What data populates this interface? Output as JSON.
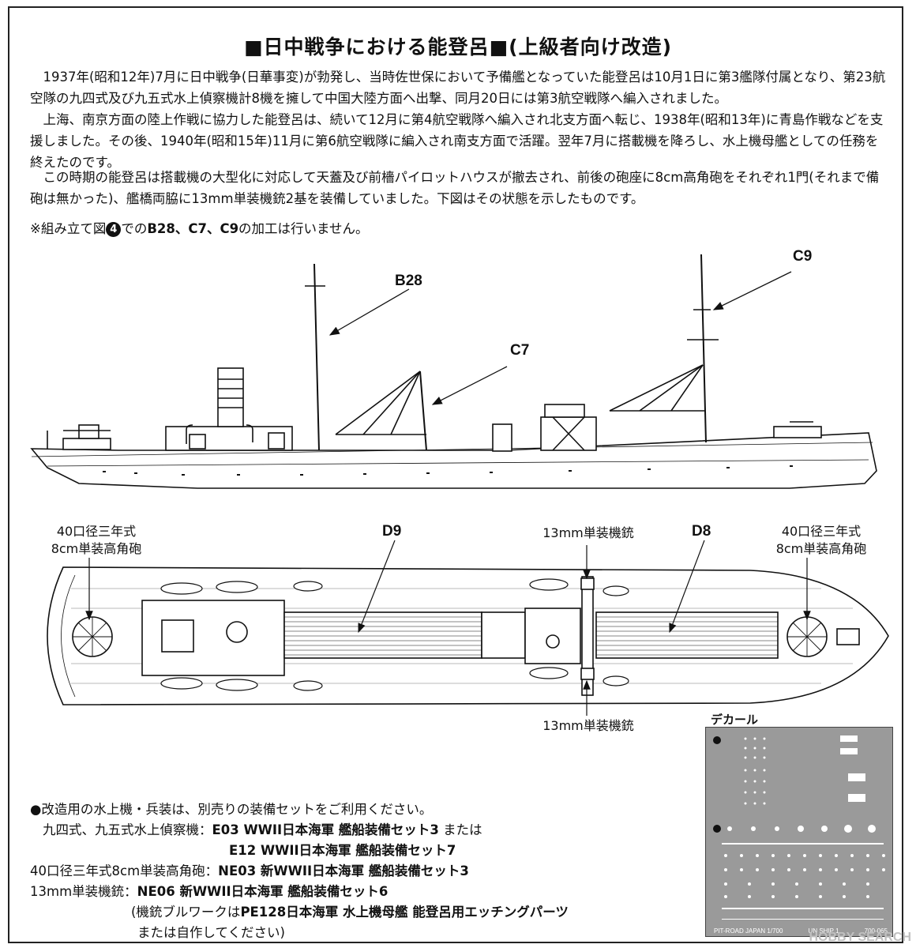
{
  "title": "■日中戦争における能登呂■(上級者向け改造)",
  "paragraphs": [
    "1937年(昭和12年)7月に日中戦争(日華事変)が勃発し、当時佐世保において予備艦となっていた能登呂は10月1日に第3艦隊付属となり、第23航空隊の九四式及び九五式水上偵察機計8機を擁して中国大陸方面へ出撃、同月20日には第3航空戦隊へ編入されました。",
    "上海、南京方面の陸上作戦に協力した能登呂は、続いて12月に第4航空戦隊へ編入され北支方面へ転じ、1938年(昭和13年)に青島作戦などを支援しました。その後、1940年(昭和15年)11月に第6航空戦隊に編入され南支方面で活躍。翌年7月に搭載機を降ろし、水上機母艦としての任務を終えたのです。",
    "この時期の能登呂は搭載機の大型化に対応して天蓋及び前檣パイロットハウスが撤去され、前後の砲座に8cm高角砲をそれぞれ1門(それまで備砲は無かった)、艦橋両脇に13mm単装機銃2基を装備していました。下図はその状態を示したものです。"
  ],
  "note": {
    "prefix": "※組み立て図",
    "circle": "4",
    "middle": "での",
    "parts": "B28、C7、C9",
    "suffix": "の加工は行いません。"
  },
  "callouts": {
    "b28": "B28",
    "c7": "C7",
    "c9": "C9",
    "d9": "D9",
    "d8": "D8"
  },
  "plan_labels": {
    "gun_left_1": "40口径三年式",
    "gun_left_2": "8cm単装高角砲",
    "gun_right_1": "40口径三年式",
    "gun_right_2": "8cm単装高角砲",
    "mg_top": "13mm単装機銃",
    "mg_bottom": "13mm単装機銃"
  },
  "decal": {
    "title": "デカール",
    "footer_left": "PIT-ROAD JAPAN 1/700",
    "footer_mid": "UN SHIP 1",
    "footer_right": "700-065"
  },
  "parts_info": {
    "intro": "●改造用の水上機・兵装は、別売りの装備セットをご利用ください。",
    "seaplane_label": "九四式、九五式水上偵察機：",
    "seaplane_set1": "E03 WWII日本海軍 艦船装備セット3",
    "seaplane_or": " または",
    "seaplane_set2": "E12 WWII日本海軍 艦船装備セット7",
    "gun_label": "40口径三年式8cm単装高角砲：",
    "gun_set": "NE03 新WWII日本海軍 艦船装備セット3",
    "mg_label": "13mm単装機銃：",
    "mg_set": "NE06 新WWII日本海軍 艦船装備セット6",
    "bulwark_1_pre": "(機銃ブルワークは",
    "bulwark_1_bold": "PE128日本海軍 水上機母艦 能登呂用エッチングパーツ",
    "bulwark_2": "または自作してください)"
  },
  "watermark": "HOBBY SEARCH"
}
